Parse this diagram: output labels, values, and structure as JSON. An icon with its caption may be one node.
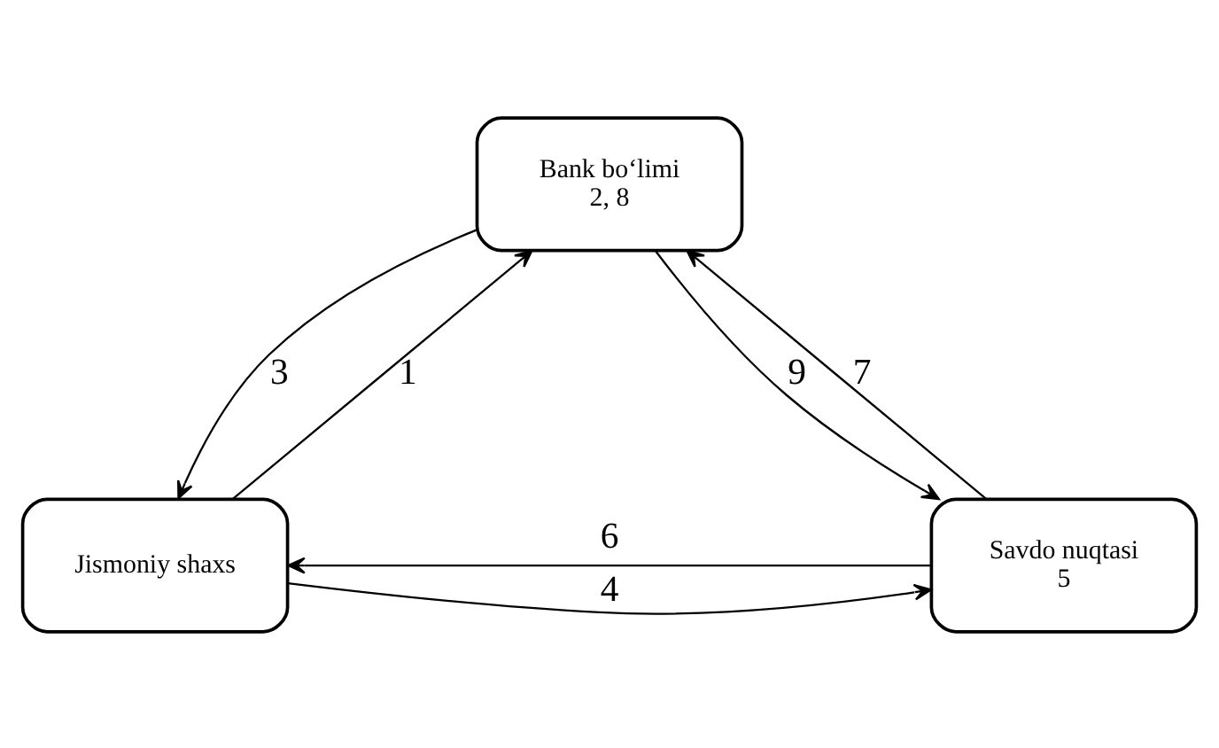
{
  "diagram": {
    "nodes": [
      {
        "text": [
          "Bank bo‘limi",
          "2, 8"
        ]
      },
      {
        "text": [
          "Jismoniy shaxs"
        ]
      },
      {
        "text": [
          "Savdo nuqtasi",
          "5"
        ]
      }
    ],
    "edges": [
      {
        "from": 1,
        "to": 0,
        "arrow": "to",
        "label": "1"
      },
      {
        "from": 0,
        "to": 1,
        "arrow": "to",
        "label": "3"
      },
      {
        "from": 0,
        "to": 2,
        "arrow": "to",
        "label": "9"
      },
      {
        "from": 2,
        "to": 0,
        "arrow": "to",
        "label": "7"
      },
      {
        "from": 2,
        "to": 1,
        "arrow": "to",
        "label": "6"
      },
      {
        "from": 1,
        "to": 2,
        "arrow": "to",
        "label": "4"
      }
    ]
  }
}
